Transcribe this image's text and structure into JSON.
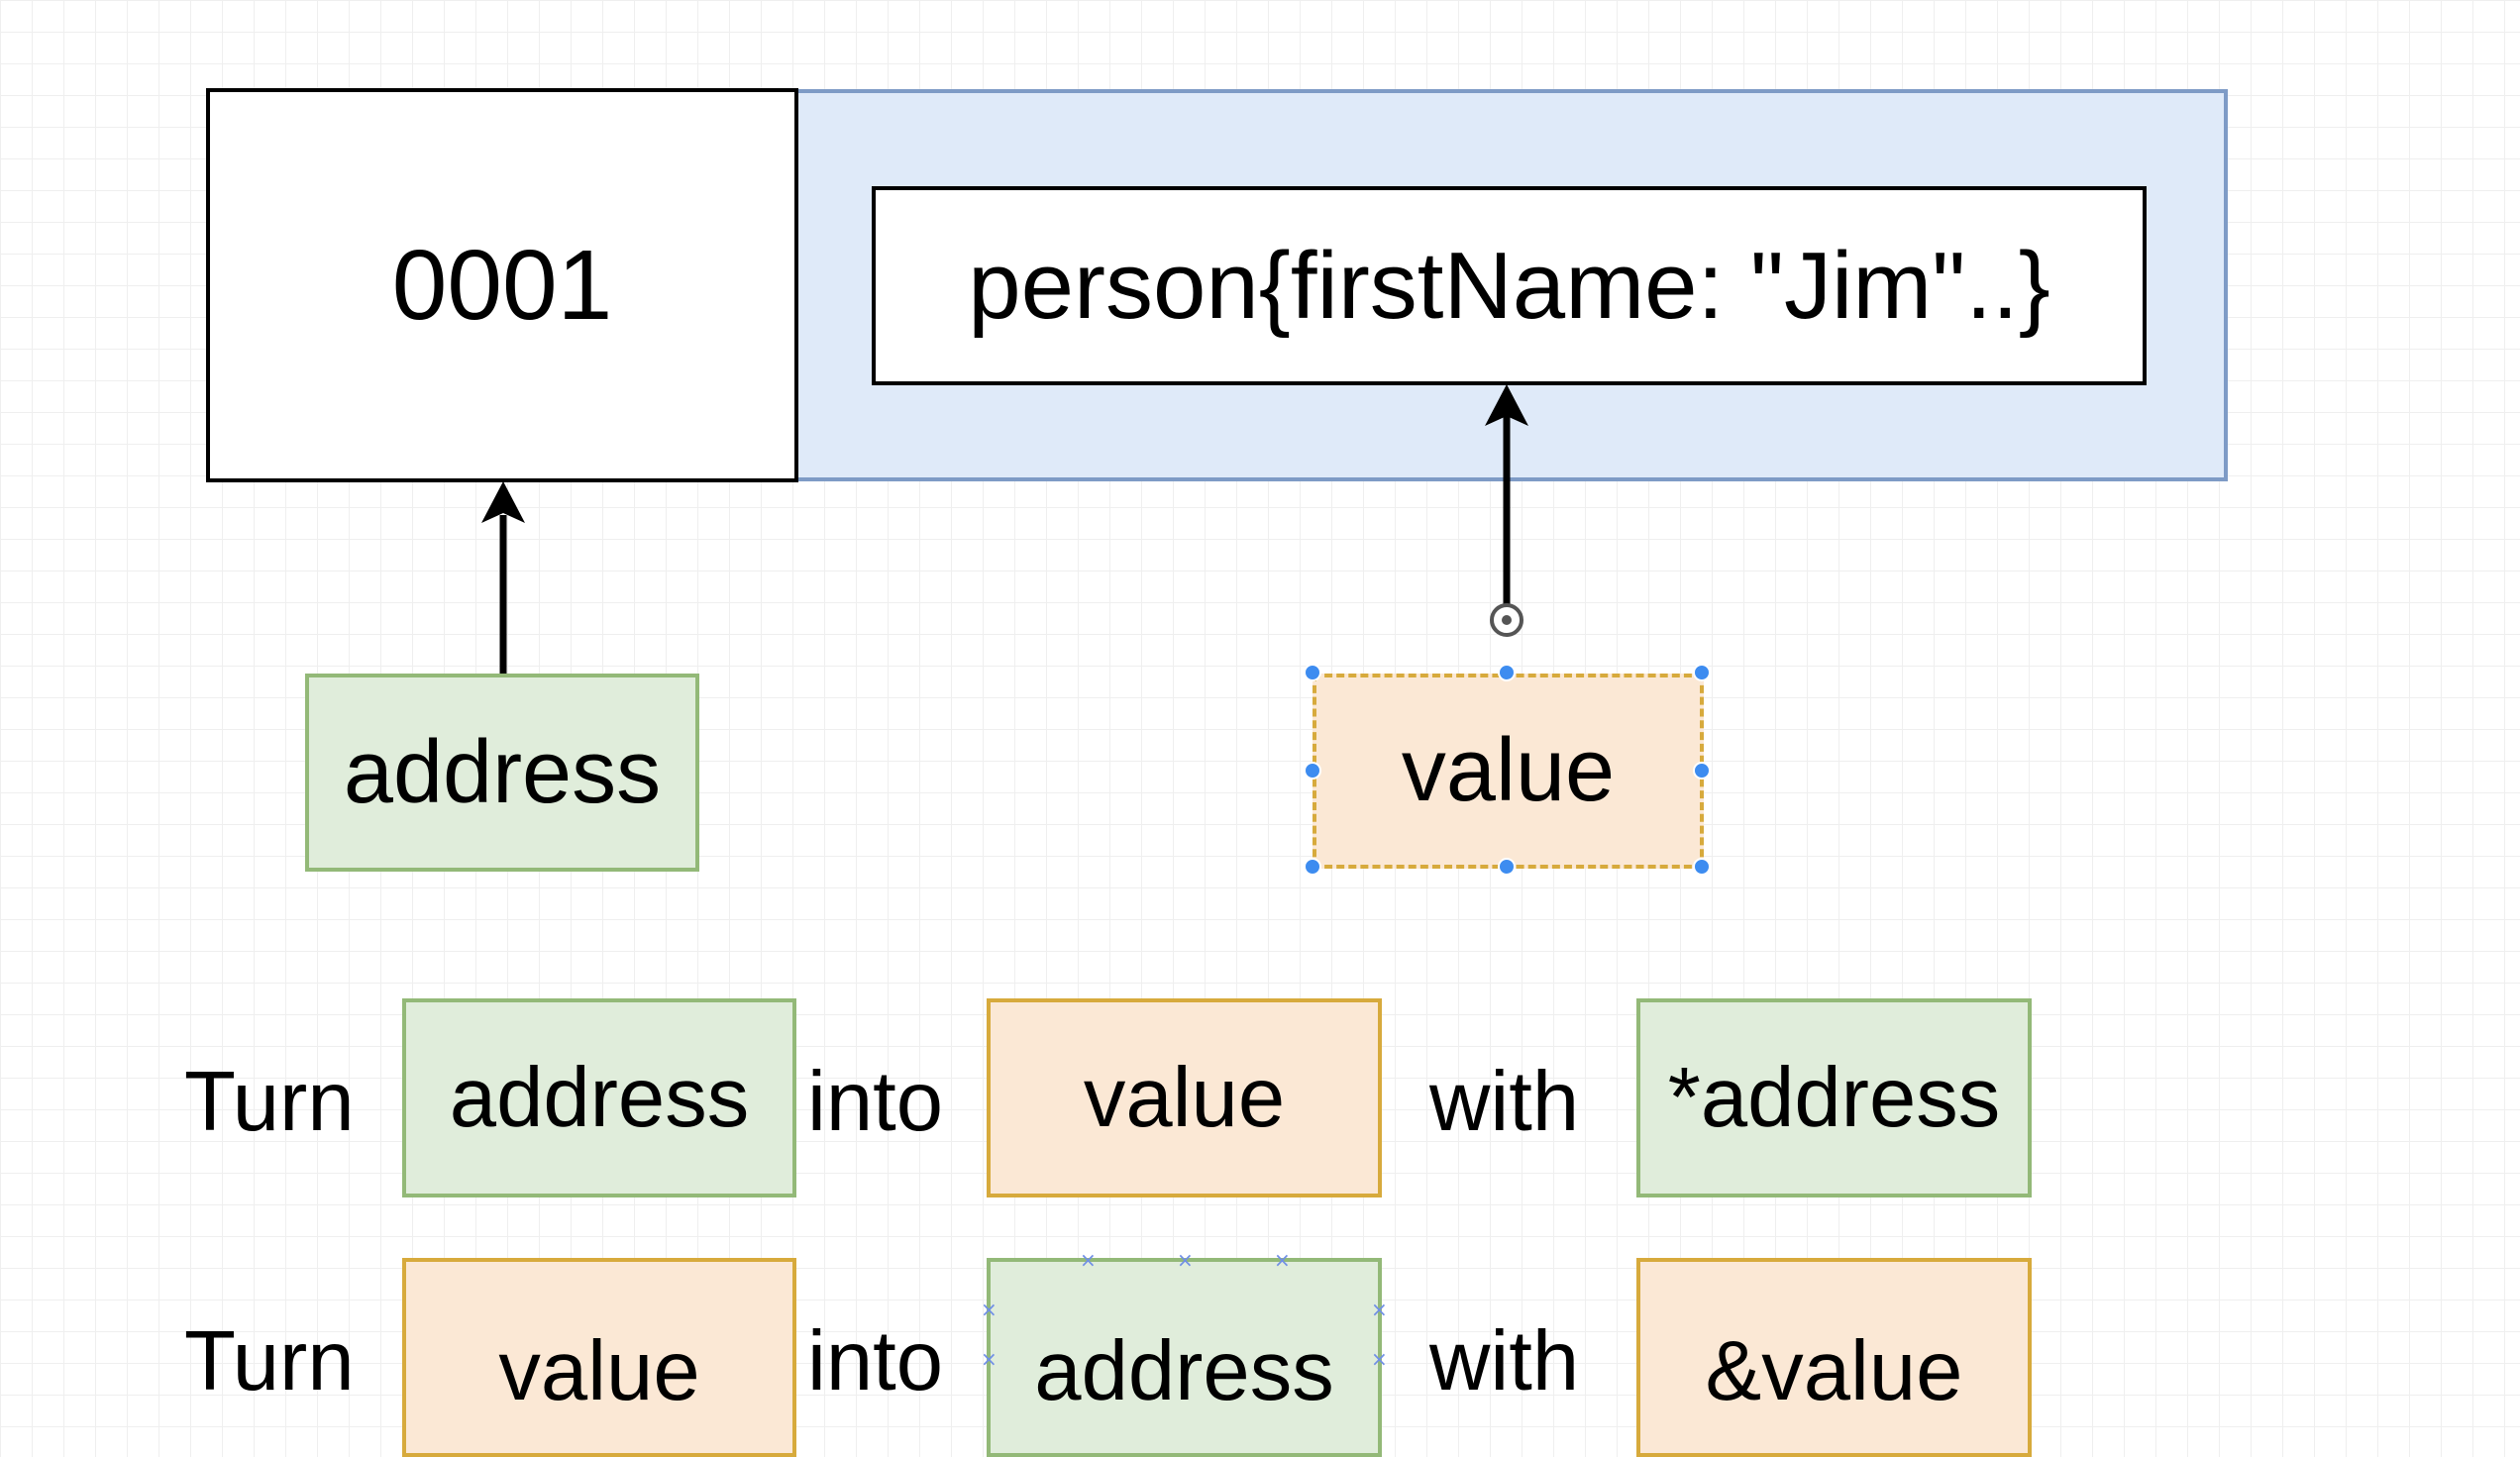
{
  "memory": {
    "address_cell": "0001",
    "value_cell": "person{firstName: \"Jim\"..}"
  },
  "nodes": {
    "address_label": "address",
    "value_label": "value"
  },
  "rows": [
    {
      "turn": "Turn",
      "from": "address",
      "into": "into",
      "to": "value",
      "with": "with",
      "op": "*address"
    },
    {
      "turn": "Turn",
      "from": "value",
      "into": "into",
      "to": "address",
      "with": "with",
      "op": "&value"
    }
  ],
  "colors": {
    "memory_bg": "#dfeaf9",
    "memory_border": "#7e9bc6",
    "green_fill": "#e0eddb",
    "green_border": "#93b978",
    "orange_fill": "#fbe8d5",
    "orange_border": "#d7aa3c",
    "selection_handle": "#3d8cf0"
  },
  "icons": {
    "connection_handle": "connection-point-icon",
    "selection_handle": "resize-handle-icon"
  }
}
